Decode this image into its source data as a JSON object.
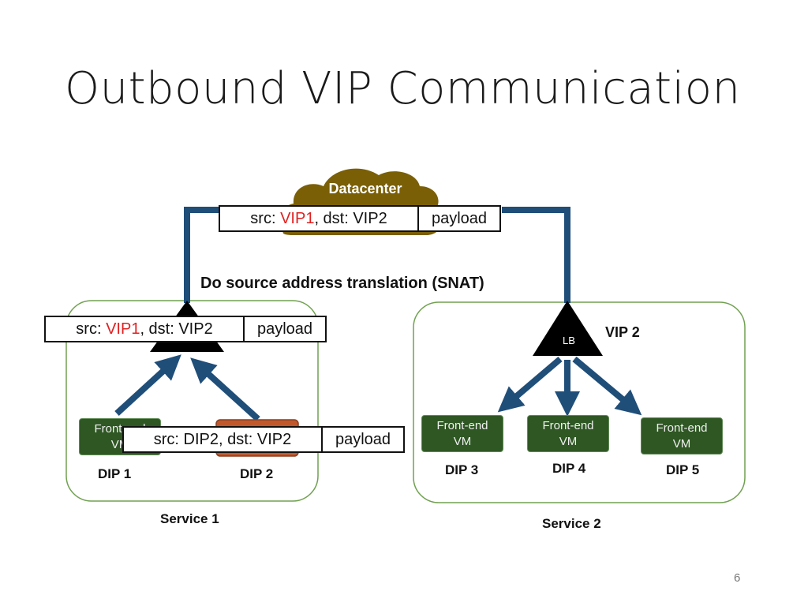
{
  "slide": {
    "title": "Outbound VIP Communication",
    "page_number": "6"
  },
  "datacenter": {
    "label": "Datacenter"
  },
  "top_packet": {
    "src_label": "src: ",
    "src_vip": "VIP1",
    "dst_label": ", dst: VIP2",
    "payload": "payload"
  },
  "snat_text": "Do source address translation (SNAT)",
  "left_packet": {
    "src_label": "src: ",
    "src_vip": "VIP1",
    "dst_label": ", dst: VIP2",
    "payload": "payload"
  },
  "inner_packet": {
    "header": "src: DIP2, dst: VIP2",
    "payload": "payload"
  },
  "service1": {
    "label": "Service 1",
    "vm1": {
      "line1": "Front-end",
      "line2": "VM"
    },
    "dip1": "DIP 1",
    "dip2": "DIP 2"
  },
  "service2": {
    "label": "Service 2",
    "lb_label": "LB",
    "vip_label": "VIP 2",
    "vms": [
      {
        "line1": "Front-end",
        "line2": "VM",
        "dip": "DIP 3"
      },
      {
        "line1": "Front-end",
        "line2": "VM",
        "dip": "DIP 4"
      },
      {
        "line1": "Front-end",
        "line2": "VM",
        "dip": "DIP 5"
      }
    ]
  },
  "colors": {
    "wire": "#1f4e79",
    "cloud": "#7a5f07",
    "vm_fill": "#2e5723",
    "vm_highlight": "#c0582b",
    "service_border": "#70a050",
    "vip_highlight": "#e02020"
  }
}
